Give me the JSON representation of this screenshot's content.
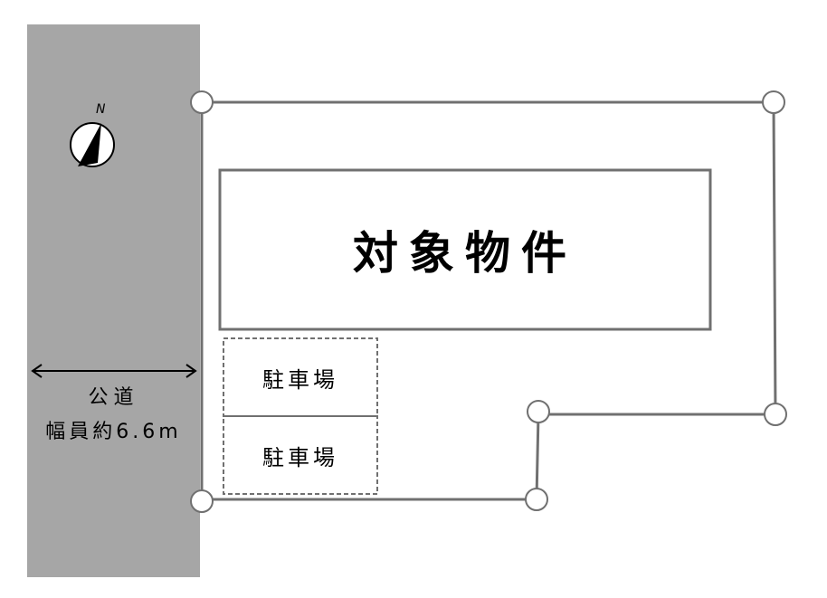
{
  "colors": {
    "road": "#a6a6a6",
    "outline": "#707070",
    "parking_border": "#707070",
    "text": "#000000"
  },
  "compass": {
    "icon": "north-arrow-icon",
    "letter": "N"
  },
  "road": {
    "name": "公道",
    "width": "幅員約6.6m"
  },
  "building": {
    "label": "対象物件"
  },
  "parking": [
    {
      "label": "駐車場"
    },
    {
      "label": "駐車場"
    }
  ]
}
